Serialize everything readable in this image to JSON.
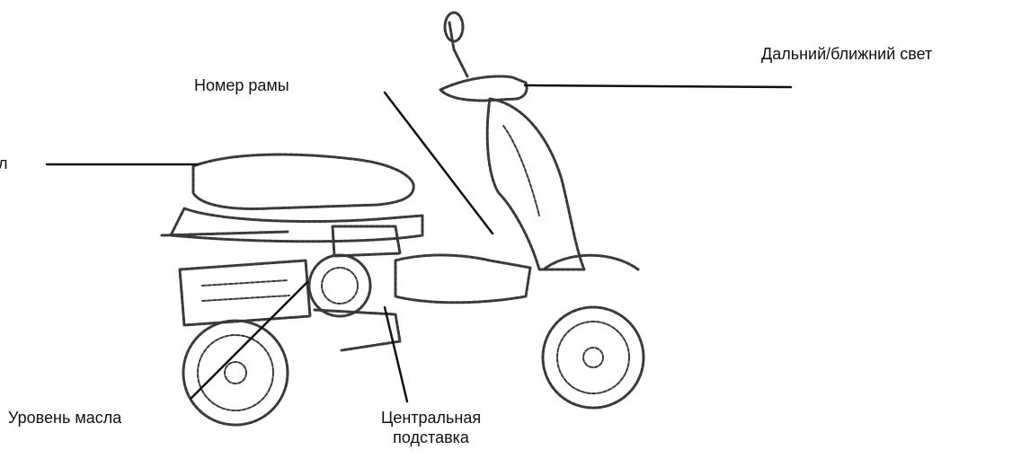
{
  "labels": {
    "beam": "Дальний/ближний свет",
    "frame_number": "Номер рамы",
    "left_cut": "л",
    "oil_level": "Уровень масла",
    "center_stand_line1": "Центральная",
    "center_stand_line2": "подставка"
  },
  "colors": {
    "ink": "#111111",
    "sketch": "#3a3a3a",
    "background": "#ffffff"
  }
}
